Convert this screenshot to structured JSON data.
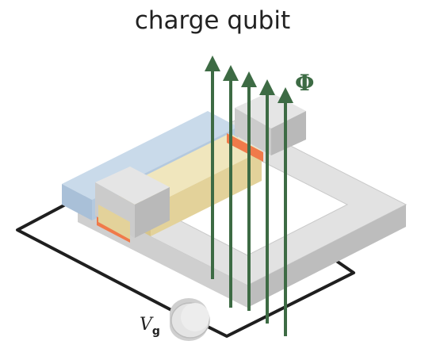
{
  "title": "charge qubit",
  "flux_symbol": "Φ",
  "gate_voltage": {
    "symbol": "V",
    "subscript": "g"
  },
  "colors": {
    "arrow": "#3d6b44",
    "wire": "#1f1f1f",
    "electrode_blue": "#b8cde2",
    "island_yellow": "#e6d9a6",
    "junction_orange": "#f07a4a",
    "loop_gray": "#d9d9d9"
  },
  "icons": [
    "flux-arrow-icon",
    "voltage-source-icon"
  ]
}
